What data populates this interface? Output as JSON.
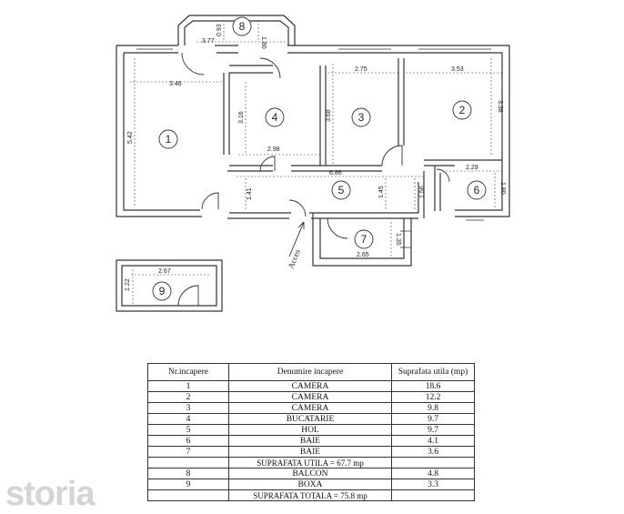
{
  "plan": {
    "acces_label": "Acces",
    "dimensions": {
      "balcony_width": "3.77",
      "balcony_depth_left": "0.93",
      "balcony_depth_right": "1.80",
      "room1_width": "3.46",
      "room1_height": "5.42",
      "room4_width": "2.98",
      "room4_height": "3.16",
      "room3_width": "2.75",
      "room3_height": "3.68",
      "room2_width": "3.53",
      "room2_height": "3.38",
      "hall_width": "6.86",
      "hall_height_left": "1.41",
      "hall_height_mid": "1.45",
      "hall_height_right": "1.56",
      "room6_width": "2.29",
      "room6_height": "1.80",
      "room7_width": "2.65",
      "room7_height": "1.35",
      "boxa_width": "2.67",
      "boxa_height": "1.22"
    },
    "room_numbers": {
      "r1": "1",
      "r2": "2",
      "r3": "3",
      "r4": "4",
      "r5": "5",
      "r6": "6",
      "r7": "7",
      "r8": "8",
      "r9": "9"
    }
  },
  "table": {
    "headers": {
      "nr": "Nr.incapere",
      "name": "Denumire incapere",
      "area": "Suprafata utila (mp)"
    },
    "rows": [
      {
        "nr": "1",
        "name": "CAMERA",
        "area": "18.6"
      },
      {
        "nr": "2",
        "name": "CAMERA",
        "area": "12.2"
      },
      {
        "nr": "3",
        "name": "CAMERA",
        "area": "9.8"
      },
      {
        "nr": "4",
        "name": "BUCATARIE",
        "area": "9.7"
      },
      {
        "nr": "5",
        "name": "HOL",
        "area": "9.7"
      },
      {
        "nr": "6",
        "name": "BAIE",
        "area": "4.1"
      },
      {
        "nr": "7",
        "name": "BAIE",
        "area": "3.6"
      }
    ],
    "summary_utila": "SUPRAFATA UTILA = 67.7 mp",
    "rows_extra": [
      {
        "nr": "8",
        "name": "BALCON",
        "area": "4.8"
      },
      {
        "nr": "9",
        "name": "BOXA",
        "area": "3.3"
      }
    ],
    "summary_totala": "SUPRAFATA TOTALA = 75.8 mp"
  },
  "watermark": "storia"
}
